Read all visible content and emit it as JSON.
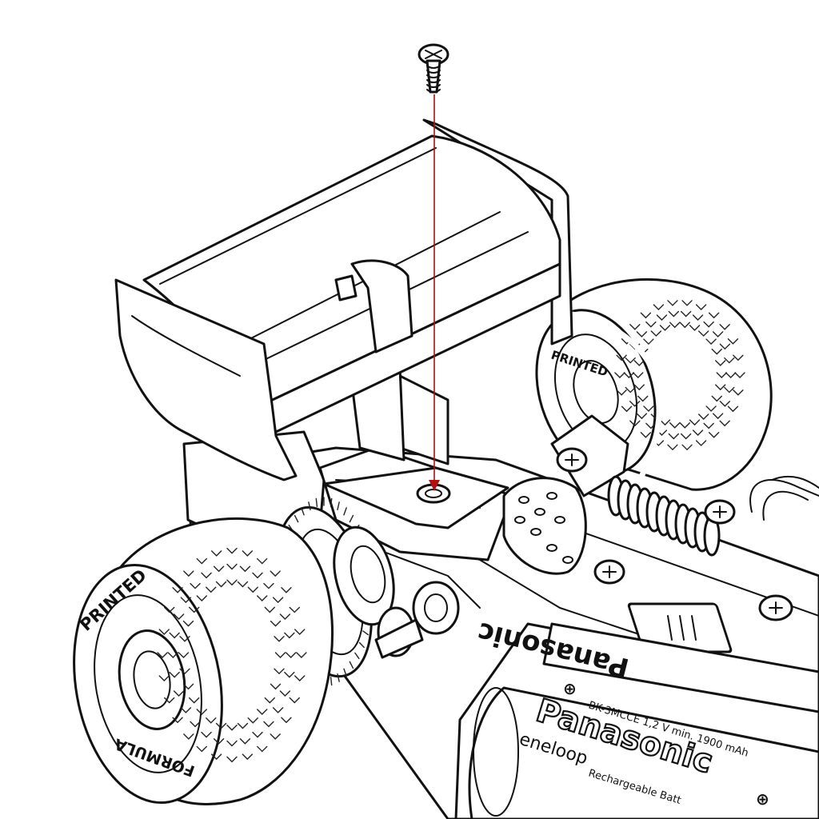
{
  "diagram": {
    "tire_left_text_top": "PRINTED",
    "tire_left_text_bottom": "FORMULA",
    "tire_right_text": "PRINTED",
    "battery_front": {
      "brand": "Panasonic",
      "model": "eneloop",
      "spec": "BK-3MCCE 1,2 V min. 1900 mAh",
      "subline": "Rechargeable Batt"
    },
    "battery_back_brand": "Panasonic",
    "colors": {
      "line": "#111111",
      "guide": "#b01010",
      "background": "#ffffff"
    }
  }
}
